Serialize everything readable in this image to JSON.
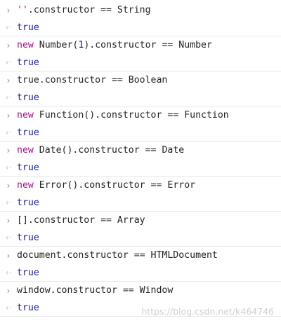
{
  "colors": {
    "keyword": "#aa0d91",
    "number": "#1c00cf",
    "string": "#c41a16",
    "boolean": "#1a1aa6",
    "text": "#222222",
    "divider": "#e8e8e8"
  },
  "icons": {
    "input_prompt": "chevron-right-icon",
    "output_prompt": "return-arrow-icon"
  },
  "entries": [
    {
      "input_parts": [
        {
          "t": "str",
          "v": "''"
        },
        {
          "t": "code",
          "v": ".constructor == String"
        }
      ],
      "output": "true"
    },
    {
      "input_parts": [
        {
          "t": "kw",
          "v": "new"
        },
        {
          "t": "code",
          "v": " Number("
        },
        {
          "t": "num",
          "v": "1"
        },
        {
          "t": "code",
          "v": ").constructor == Number"
        }
      ],
      "output": "true"
    },
    {
      "input_parts": [
        {
          "t": "code",
          "v": "true.constructor == Boolean"
        }
      ],
      "output": "true"
    },
    {
      "input_parts": [
        {
          "t": "kw",
          "v": "new"
        },
        {
          "t": "code",
          "v": " Function().constructor == Function"
        }
      ],
      "output": "true"
    },
    {
      "input_parts": [
        {
          "t": "kw",
          "v": "new"
        },
        {
          "t": "code",
          "v": " Date().constructor == Date"
        }
      ],
      "output": "true"
    },
    {
      "input_parts": [
        {
          "t": "kw",
          "v": "new"
        },
        {
          "t": "code",
          "v": " Error().constructor == Error"
        }
      ],
      "output": "true"
    },
    {
      "input_parts": [
        {
          "t": "code",
          "v": "[].constructor == Array"
        }
      ],
      "output": "true"
    },
    {
      "input_parts": [
        {
          "t": "code",
          "v": "document.constructor == HTMLDocument"
        }
      ],
      "output": "true"
    },
    {
      "input_parts": [
        {
          "t": "code",
          "v": "window.constructor == Window"
        }
      ],
      "output": "true"
    }
  ],
  "watermark": "https://blog.csdn.net/k464746"
}
